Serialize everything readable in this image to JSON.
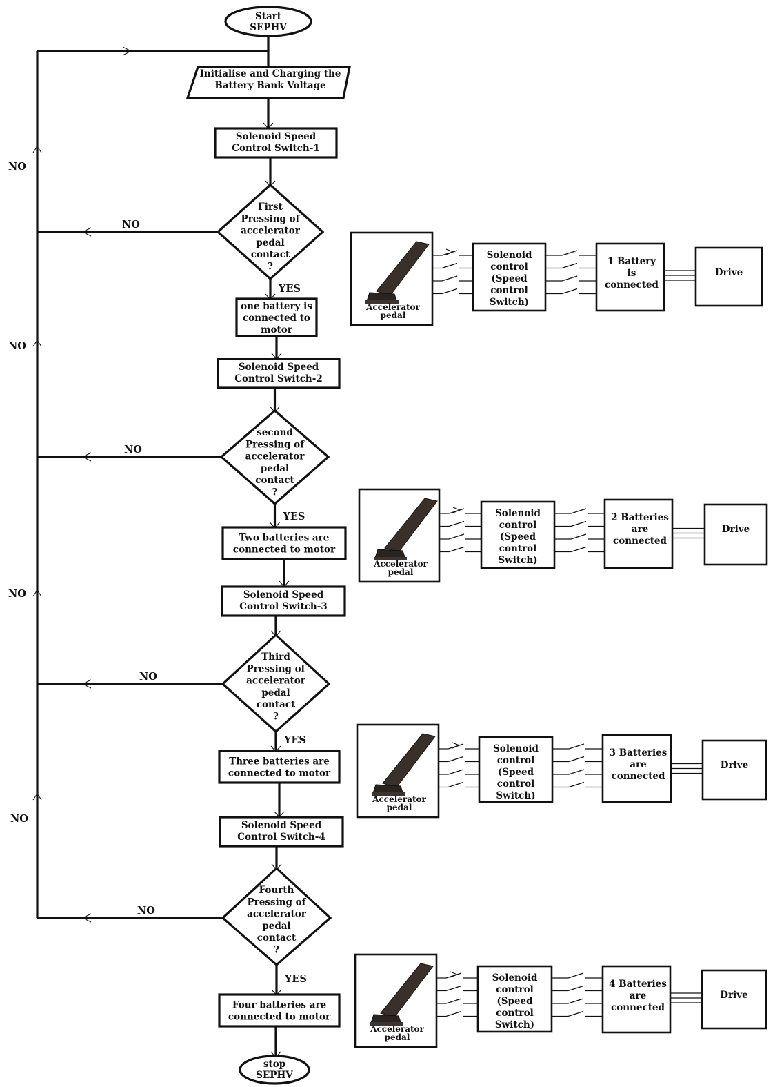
{
  "flowchart": {
    "start": [
      "Start",
      "SEPHV"
    ],
    "stop": [
      "stop",
      "SEPHV"
    ],
    "init": [
      "Initialise and Charging the",
      "Battery Bank Voltage"
    ],
    "no_label": "NO",
    "yes_label": "YES",
    "stages": [
      {
        "switch": [
          "Solenoid Speed",
          "Control Switch-1"
        ],
        "decision": [
          "First",
          "Pressing of",
          "accelerator",
          "pedal",
          "contact",
          "?"
        ],
        "result": [
          "one battery is",
          "connected to",
          "motor"
        ]
      },
      {
        "switch": [
          "Solenoid Speed",
          "Control Switch-2"
        ],
        "decision": [
          "second",
          "Pressing of",
          "accelerator",
          "pedal",
          "contact",
          "?"
        ],
        "result": [
          "Two batteries are",
          "connected to motor"
        ]
      },
      {
        "switch": [
          "Solenoid Speed",
          "Control Switch-3"
        ],
        "decision": [
          "Third",
          "Pressing of",
          "accelerator",
          "pedal",
          "contact",
          "?"
        ],
        "result": [
          "Three batteries are",
          "connected to motor"
        ]
      },
      {
        "switch": [
          "Solenoid Speed",
          "Control Switch-4"
        ],
        "decision": [
          "Fourth",
          "Pressing of",
          "accelerator",
          "pedal",
          "contact",
          "?"
        ],
        "result": [
          "Four batteries are",
          "connected to motor"
        ]
      }
    ]
  },
  "side_diagrams": [
    {
      "pedal": [
        "Accelerator",
        "pedal"
      ],
      "control": [
        "Solenoid",
        "control",
        "(Speed",
        "control",
        "Switch)"
      ],
      "battery": [
        "1 Battery",
        "is",
        "connected"
      ],
      "drive": "Drive"
    },
    {
      "pedal": [
        "Accelerator",
        "pedal"
      ],
      "control": [
        "Solenoid",
        "control",
        "(Speed",
        "control",
        "Switch)"
      ],
      "battery": [
        "2 Batteries",
        "are",
        "connected"
      ],
      "drive": "Drive"
    },
    {
      "pedal": [
        "Accelerator",
        "pedal"
      ],
      "control": [
        "Solenoid",
        "control",
        "(Speed",
        "control",
        "Switch)"
      ],
      "battery": [
        "3 Batteries",
        "are",
        "connected"
      ],
      "drive": "Drive"
    },
    {
      "pedal": [
        "Accelerator",
        "pedal"
      ],
      "control": [
        "Solenoid",
        "control",
        "(Speed",
        "control",
        "Switch)"
      ],
      "battery": [
        "4 Batteries",
        "are",
        "connected"
      ],
      "drive": "Drive"
    }
  ]
}
